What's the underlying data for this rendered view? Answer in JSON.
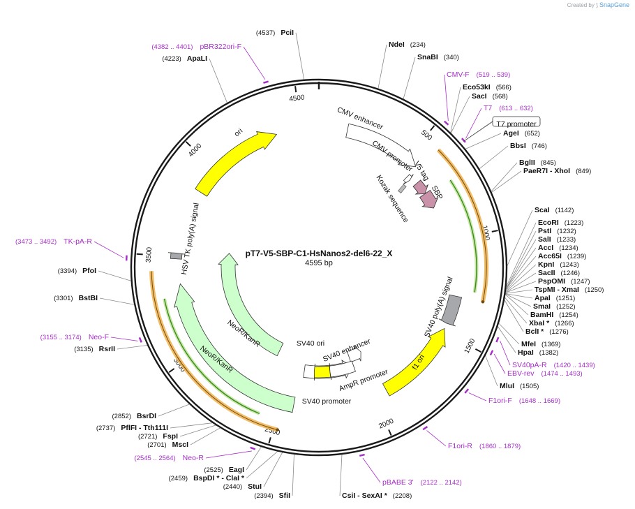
{
  "credit": {
    "prefix": "Created by",
    "brand": "SnapGene"
  },
  "plasmid": {
    "name": "pT7-V5-SBP-C1-HsNanos2-del6-22_X",
    "length": "4595 bp"
  },
  "ticks": [
    "500",
    "1000",
    "1500",
    "2000",
    "2500",
    "3000",
    "3500",
    "4000",
    "4500"
  ],
  "sites": [
    {
      "name": "PciI",
      "pos": "(4537)"
    },
    {
      "name": "NdeI",
      "pos": "(234)"
    },
    {
      "name": "SnaBI",
      "pos": "(340)"
    },
    {
      "name": "Eco53kI",
      "pos": "(566)"
    },
    {
      "name": "SacI",
      "pos": "(568)"
    },
    {
      "name": "AgeI",
      "pos": "(652)"
    },
    {
      "name": "BbsI",
      "pos": "(746)"
    },
    {
      "name": "BglII",
      "pos": "(845)"
    },
    {
      "name": "PaeR7I",
      "name2": "XhoI",
      "pos": "(849)"
    },
    {
      "name": "ScaI",
      "pos": "(1142)"
    },
    {
      "name": "EcoRI",
      "pos": "(1223)"
    },
    {
      "name": "PstI",
      "pos": "(1232)"
    },
    {
      "name": "SalI",
      "pos": "(1233)"
    },
    {
      "name": "AccI",
      "pos": "(1234)"
    },
    {
      "name": "Acc65I",
      "pos": "(1239)"
    },
    {
      "name": "KpnI",
      "pos": "(1243)"
    },
    {
      "name": "SacII",
      "pos": "(1246)"
    },
    {
      "name": "PspOMI",
      "pos": "(1247)"
    },
    {
      "name": "TspMI",
      "name2": "XmaI",
      "pos": "(1250)"
    },
    {
      "name": "ApaI",
      "pos": "(1251)"
    },
    {
      "name": "SmaI",
      "pos": "(1252)"
    },
    {
      "name": "BamHI",
      "pos": "(1254)"
    },
    {
      "name": "XbaI *",
      "pos": "(1266)"
    },
    {
      "name": "BclI *",
      "pos": "(1276)"
    },
    {
      "name": "MfeI",
      "pos": "(1369)"
    },
    {
      "name": "HpaI",
      "pos": "(1382)"
    },
    {
      "name": "MluI",
      "pos": "(1505)"
    },
    {
      "name": "CsiI",
      "name2": "SexAI *",
      "pos": "(2208)"
    },
    {
      "name": "SfiI",
      "pos": "(2394)"
    },
    {
      "name": "StuI",
      "pos": "(2440)"
    },
    {
      "name": "BspDI *",
      "name2": "ClaI *",
      "pos": "(2459)"
    },
    {
      "name": "EagI",
      "pos": "(2525)"
    },
    {
      "name": "MscI",
      "pos": "(2701)"
    },
    {
      "name": "FspI",
      "pos": "(2721)"
    },
    {
      "name": "PflFI",
      "name2": "Tth111I",
      "pos": "(2737)"
    },
    {
      "name": "BsrDI",
      "pos": "(2852)"
    },
    {
      "name": "RsrII",
      "pos": "(3135)"
    },
    {
      "name": "BstBI",
      "pos": "(3301)"
    },
    {
      "name": "PfoI",
      "pos": "(3394)"
    },
    {
      "name": "ApaLI",
      "pos": "(4223)"
    }
  ],
  "primers": [
    {
      "name": "pBR322ori-F",
      "pos": "(4382 .. 4401)"
    },
    {
      "name": "CMV-F",
      "pos": "(519 .. 539)"
    },
    {
      "name": "T7",
      "pos": "(613 .. 632)"
    },
    {
      "name": "SV40pA-R",
      "pos": "(1420 .. 1439)"
    },
    {
      "name": "EBV-rev",
      "pos": "(1474 .. 1493)"
    },
    {
      "name": "F1ori-F",
      "pos": "(1648 .. 1669)"
    },
    {
      "name": "F1ori-R",
      "pos": "(1860 .. 1879)"
    },
    {
      "name": "pBABE 3'",
      "pos": "(2122 .. 2142)"
    },
    {
      "name": "Neo-R",
      "pos": "(2545 .. 2564)"
    },
    {
      "name": "Neo-F",
      "pos": "(3155 .. 3174)"
    },
    {
      "name": "TK-pA-R",
      "pos": "(3473 .. 3492)"
    }
  ],
  "features": {
    "cmv_enhancer": "CMV enhancer",
    "cmv_promoter": "CMV promoter",
    "t7_promoter": "T7 promoter",
    "v5_tag": "V5 tag",
    "sbp": "SBP",
    "kozak": "Kozak sequence",
    "sv40_polya": "SV40 poly(A) signal",
    "f1_ori": "f1 ori",
    "ampr_promoter": "AmpR promoter",
    "sv40_promoter": "SV40 promoter",
    "sv40_ori": "SV40 ori",
    "sv40_enhancer": "SV40 enhancer",
    "neor1": "NeoR/KanR",
    "neor2": "NeoR/KanR",
    "hsv_tk": "HSV TK poly(A) signal",
    "ori": "ori"
  },
  "colors": {
    "ori": "#ffff00",
    "f1ori": "#ffff00",
    "neor": "#ccffcc",
    "polyA": "#a6a8ab",
    "tag": "#c992a8",
    "primer": "#a72ec9",
    "orf_outline": "#f0b14b",
    "orf_line": "#3a8a1e"
  }
}
